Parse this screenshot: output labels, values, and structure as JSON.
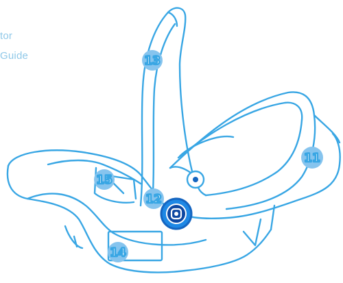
{
  "header": {
    "line1": "tor",
    "line2": "Guide"
  },
  "callouts": [
    {
      "id": "11",
      "label": "11"
    },
    {
      "id": "12",
      "label": "12"
    },
    {
      "id": "13",
      "label": "13"
    },
    {
      "id": "14",
      "label": "14"
    },
    {
      "id": "15",
      "label": "15"
    }
  ],
  "colors": {
    "outline": "#38a6e4",
    "callout_fill": "#86c4ee",
    "button_ring": "#1565c0",
    "header_text": "#8fc8e8"
  },
  "icons": [
    "adjust-button-icon",
    "pivot-knob-icon"
  ]
}
